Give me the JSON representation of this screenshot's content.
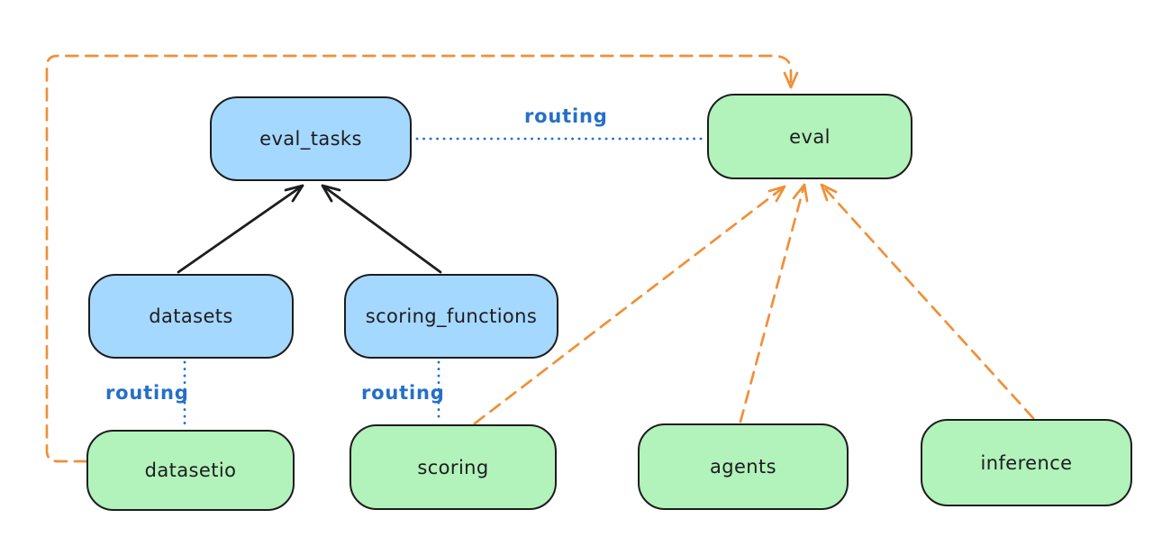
{
  "diagram": {
    "colors": {
      "api_fill": "#a5d8ff",
      "provider_fill": "#b2f2bb",
      "stroke": "#1d1d1d",
      "routing_blue": "#2370c8",
      "provider_orange": "#ef9038",
      "background": "#ffffff"
    },
    "nodes": [
      {
        "id": "eval_tasks",
        "label": "eval_tasks",
        "kind": "api"
      },
      {
        "id": "eval",
        "label": "eval",
        "kind": "provider"
      },
      {
        "id": "datasets",
        "label": "datasets",
        "kind": "api"
      },
      {
        "id": "scoring_functions",
        "label": "scoring_functions",
        "kind": "api"
      },
      {
        "id": "datasetio",
        "label": "datasetio",
        "kind": "provider"
      },
      {
        "id": "scoring",
        "label": "scoring",
        "kind": "provider"
      },
      {
        "id": "agents",
        "label": "agents",
        "kind": "provider"
      },
      {
        "id": "inference",
        "label": "inference",
        "kind": "provider"
      }
    ],
    "edges": [
      {
        "from": "datasets",
        "to": "eval_tasks",
        "style": "solid-black-arrow",
        "label": ""
      },
      {
        "from": "scoring_functions",
        "to": "eval_tasks",
        "style": "solid-black-arrow",
        "label": ""
      },
      {
        "from": "eval_tasks",
        "to": "eval",
        "style": "dotted-blue",
        "label": "routing"
      },
      {
        "from": "datasets",
        "to": "datasetio",
        "style": "dotted-blue",
        "label": "routing"
      },
      {
        "from": "scoring_functions",
        "to": "scoring",
        "style": "dotted-blue",
        "label": "routing"
      },
      {
        "from": "datasetio",
        "to": "eval",
        "style": "dashed-orange-arrow",
        "label": ""
      },
      {
        "from": "scoring",
        "to": "eval",
        "style": "dashed-orange-arrow",
        "label": ""
      },
      {
        "from": "agents",
        "to": "eval",
        "style": "dashed-orange-arrow",
        "label": ""
      },
      {
        "from": "inference",
        "to": "eval",
        "style": "dashed-orange-arrow",
        "label": ""
      }
    ]
  }
}
